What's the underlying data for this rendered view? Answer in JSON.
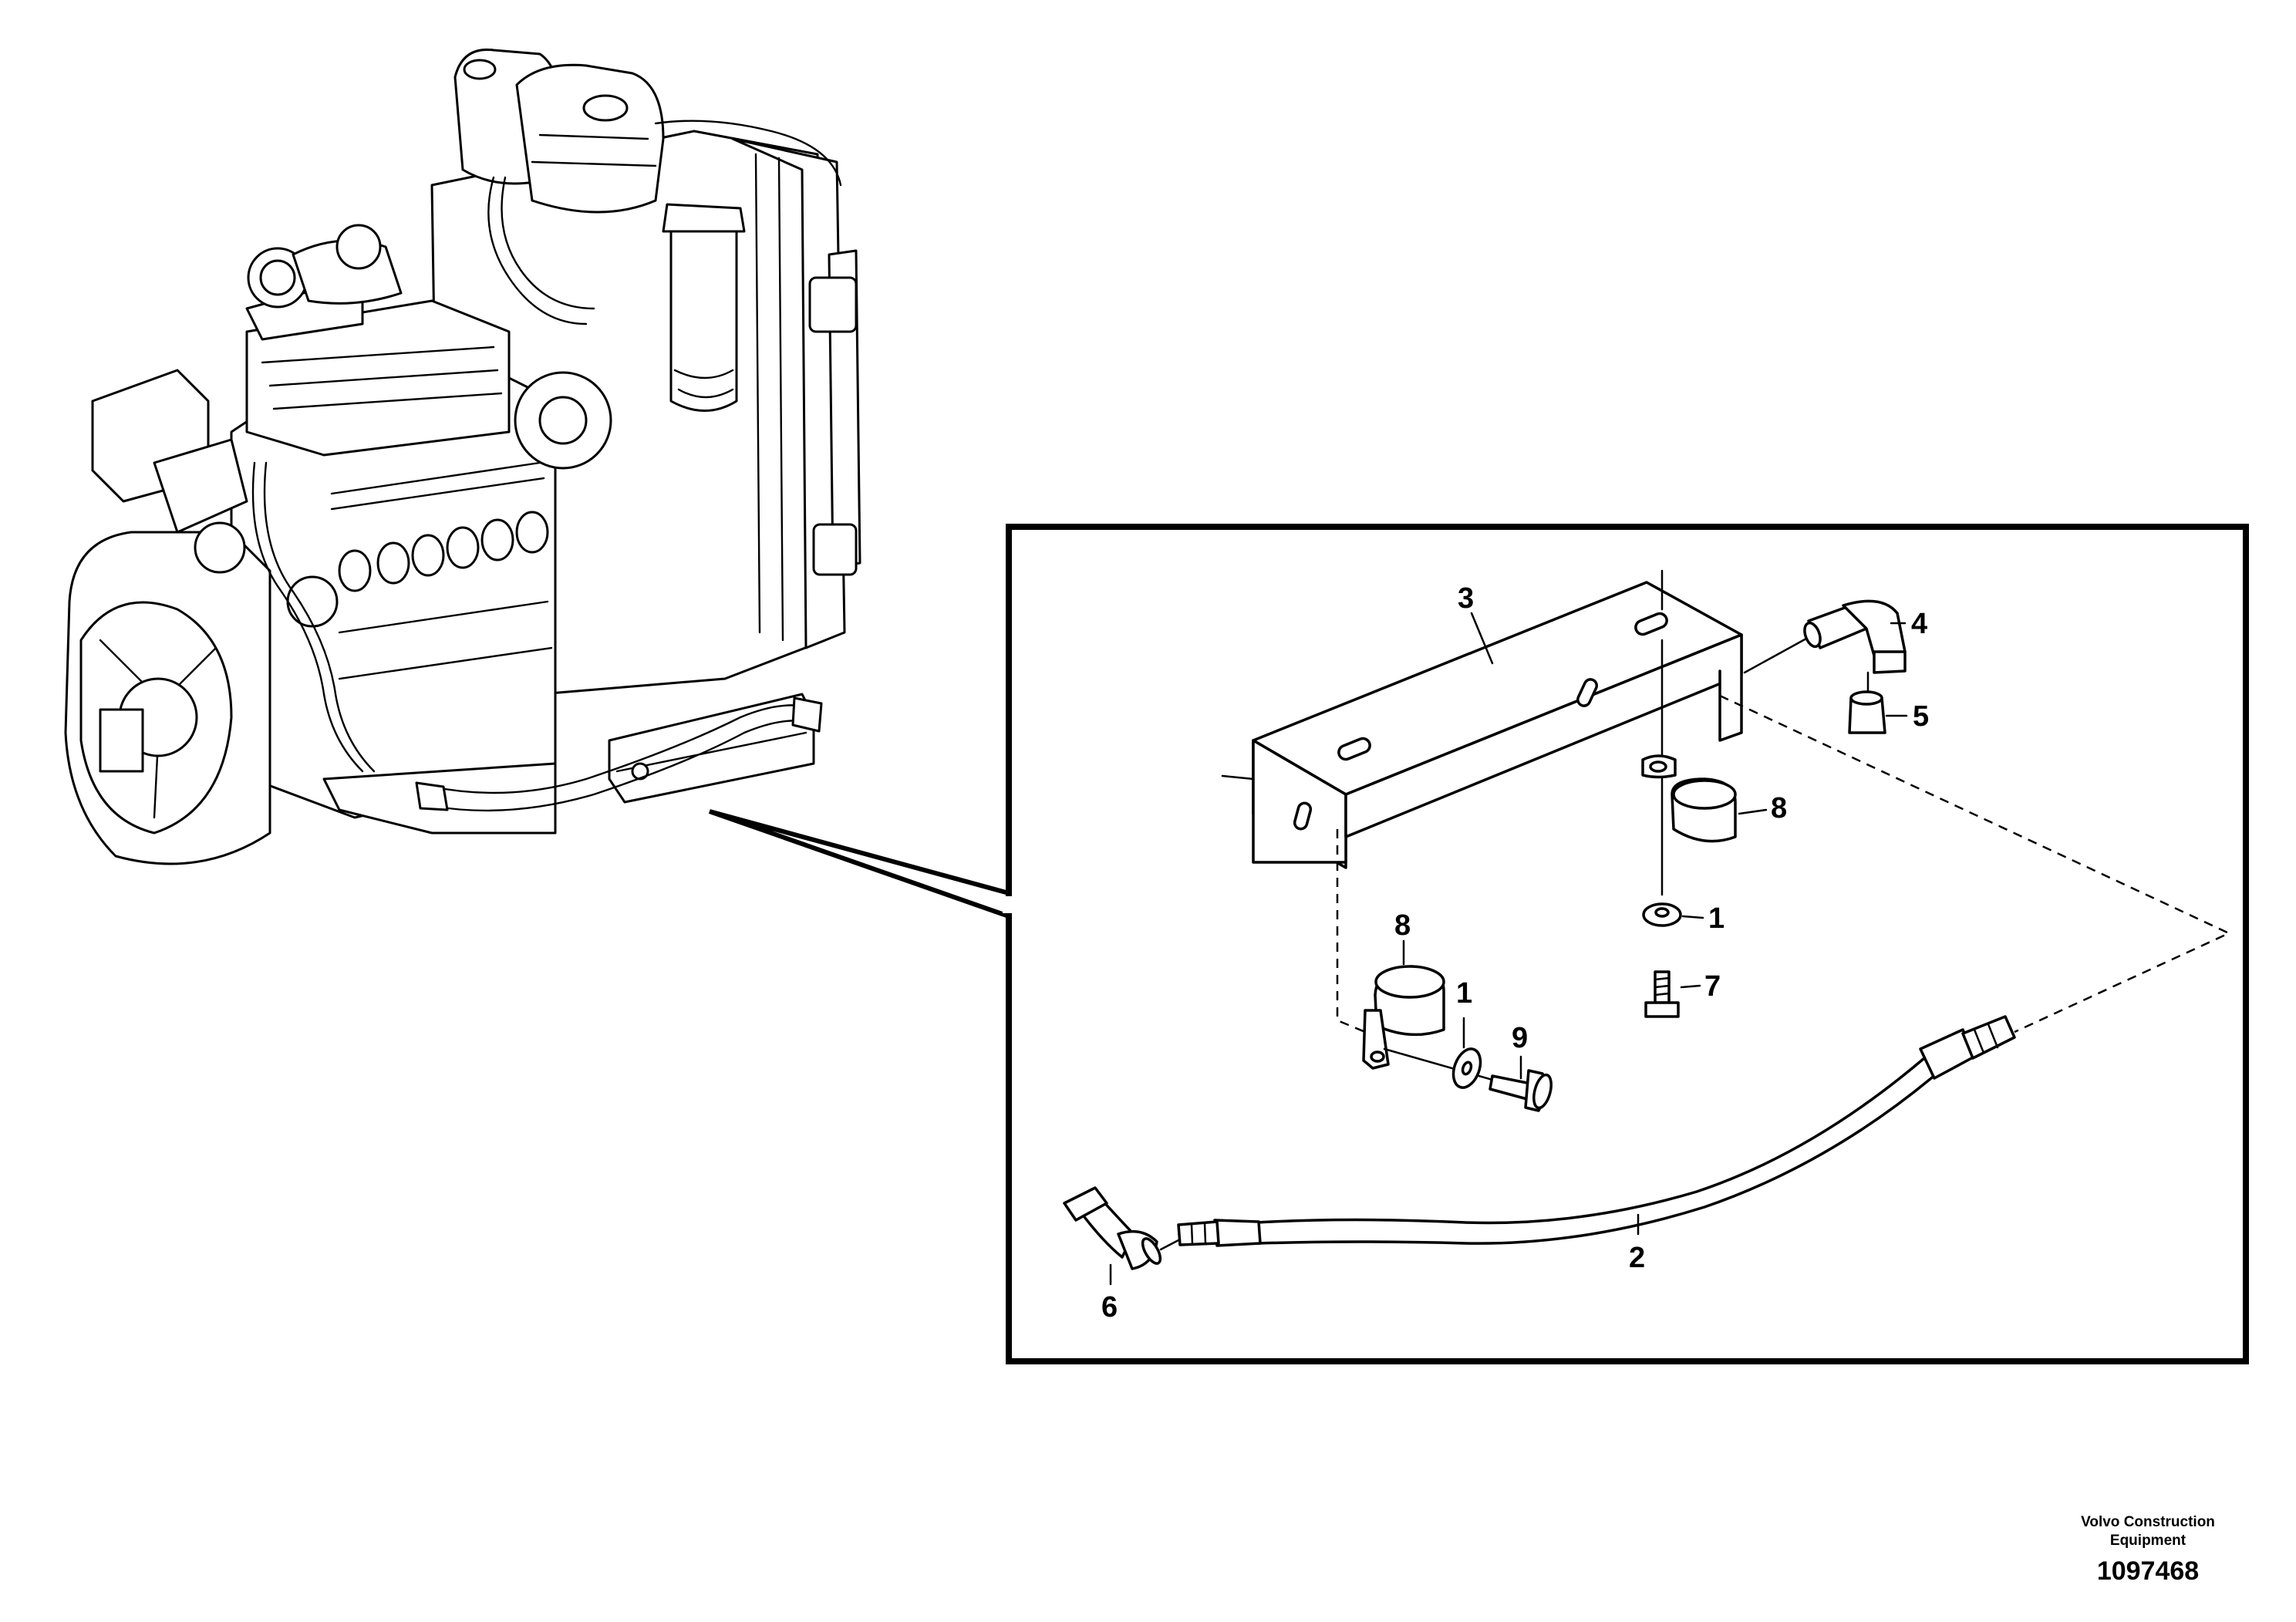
{
  "callouts": {
    "c1a": "1",
    "c1b": "1",
    "c2": "2",
    "c3": "3",
    "c4": "4",
    "c5": "5",
    "c6": "6",
    "c7": "7",
    "c8a": "8",
    "c8b": "8",
    "c9": "9"
  },
  "footer": {
    "company_line1": "Volvo Construction",
    "company_line2": "Equipment",
    "drawing_number": "1097468"
  }
}
